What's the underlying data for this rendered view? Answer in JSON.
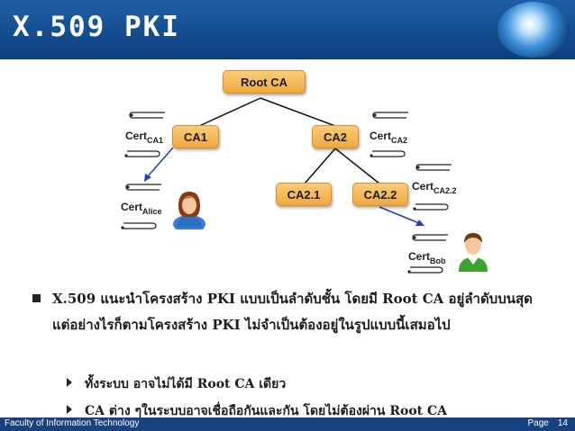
{
  "header": {
    "title": "X.509 PKI"
  },
  "diagram": {
    "nodes": {
      "root": "Root CA",
      "ca1": "CA1",
      "ca2": "CA2",
      "ca21": "CA2.1",
      "ca22": "CA2.2"
    },
    "certs": {
      "ca1": {
        "main": "Cert",
        "sub": "CA1"
      },
      "ca2": {
        "main": "Cert",
        "sub": "CA2"
      },
      "ca22": {
        "main": "Cert",
        "sub": "CA2.2"
      },
      "alice": {
        "main": "Cert",
        "sub": "Alice"
      },
      "bob": {
        "main": "Cert",
        "sub": "Bob"
      }
    },
    "colors": {
      "node_fill": "#f5b651",
      "issue_line": "#1f3fb0",
      "tree_line": "#111111"
    }
  },
  "bullets": {
    "main": "X.509 แนะนำโครงสร้าง PKI แบบเป็นลำดับชั้น โดยมี Root CA อยู่ลำดับบนสุด แต่อย่างไรก็ตามโครงสร้าง PKI ไม่จำเป็นต้องอยู่ในรูปแบบนี้เสมอไป",
    "sub": [
      "ทั้งระบบ อาจไม่ได้มี Root CA เดียว",
      "CA ต่าง ๆในระบบอาจเชื่อถือกันและกัน โดยไม่ต้องผ่าน Root CA"
    ]
  },
  "footer": {
    "left": "Faculty of Information Technology",
    "page_label": "Page",
    "page_number": "14"
  }
}
